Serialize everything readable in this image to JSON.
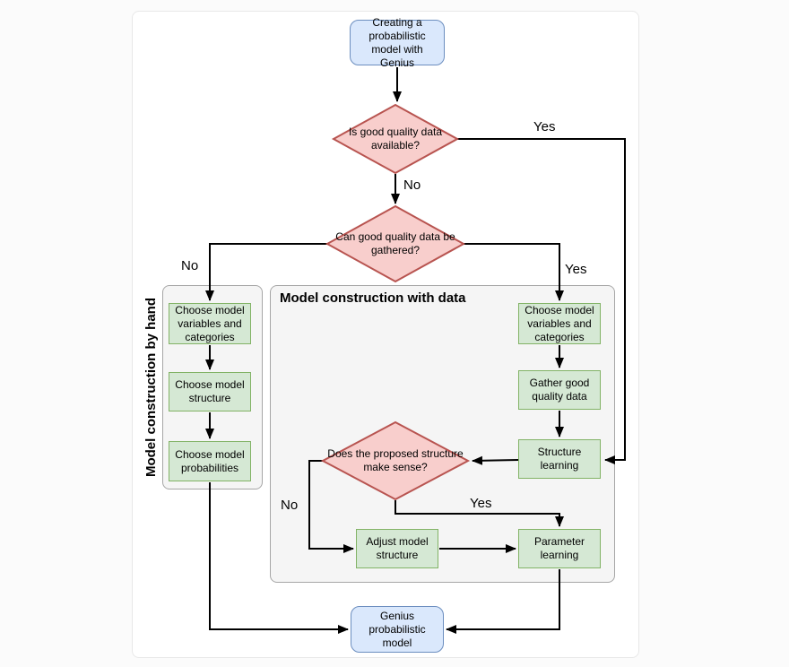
{
  "flowchart": {
    "nodes": {
      "start": "Creating a probabilistic model with Genius",
      "is_data_available": "Is good quality data available?",
      "can_data_be_gathered": "Can good quality data be gathered?",
      "hand_choose_variables": "Choose model variables and categories",
      "hand_choose_structure": "Choose model structure",
      "hand_choose_probabilities": "Choose model probabilities",
      "data_choose_variables": "Choose model variables and categories",
      "gather_data": "Gather good quality data",
      "structure_learning": "Structure learning",
      "structure_makes_sense": "Does the proposed structure make sense?",
      "adjust_structure": "Adjust model structure",
      "parameter_learning": "Parameter learning",
      "end": "Genius probabilistic model"
    },
    "groups": {
      "by_hand": "Model construction by hand",
      "with_data": "Model construction with data"
    },
    "labels": {
      "d1_yes": "Yes",
      "d1_no": "No",
      "d2_no": "No",
      "d2_yes": "Yes",
      "d3_no": "No",
      "d3_yes": "Yes"
    },
    "colors": {
      "process_fill": "#d5e8d4",
      "process_stroke": "#82b366",
      "decision_fill": "#f8cecc",
      "decision_stroke": "#b85450",
      "terminal_fill": "#dae8fc",
      "terminal_stroke": "#6c8ebf",
      "group_fill": "#f5f5f5",
      "group_stroke": "#a6a6a6",
      "edge": "#000000",
      "card_background": "#ffffff",
      "page_background": "#fbfbfb"
    }
  }
}
